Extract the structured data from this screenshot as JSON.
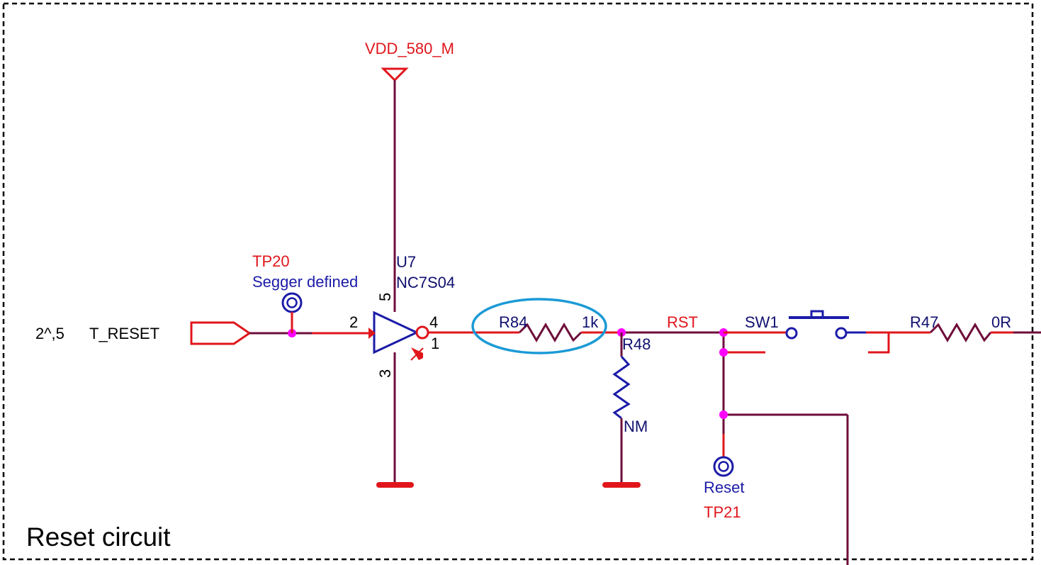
{
  "diagram": {
    "title": "Reset circuit",
    "supply": {
      "net": "VDD_580_M"
    },
    "connector": {
      "ref": "2^,5",
      "net": "T_RESET"
    },
    "test_points": [
      {
        "ref": "TP20",
        "label": "Segger defined"
      },
      {
        "ref": "TP21",
        "label": "Reset"
      }
    ],
    "inverter": {
      "ref": "U7",
      "part": "NC7S04",
      "pins": {
        "in": "2",
        "out": "4",
        "nc": "1",
        "vcc": "5",
        "gnd": "3"
      }
    },
    "resistors": [
      {
        "ref": "R84",
        "value": "1k",
        "highlighted": true
      },
      {
        "ref": "R48",
        "value": "NM"
      },
      {
        "ref": "R47",
        "value": "0R"
      }
    ],
    "switch": {
      "ref": "SW1"
    },
    "nets": {
      "reset": "RST"
    },
    "colors": {
      "wire_red": "#e0161c",
      "wire_maroon": "#6e0d3a",
      "component_blue": "#1b1ba8",
      "junction": "#ff00ff",
      "highlight": "#1b9ad6"
    }
  }
}
